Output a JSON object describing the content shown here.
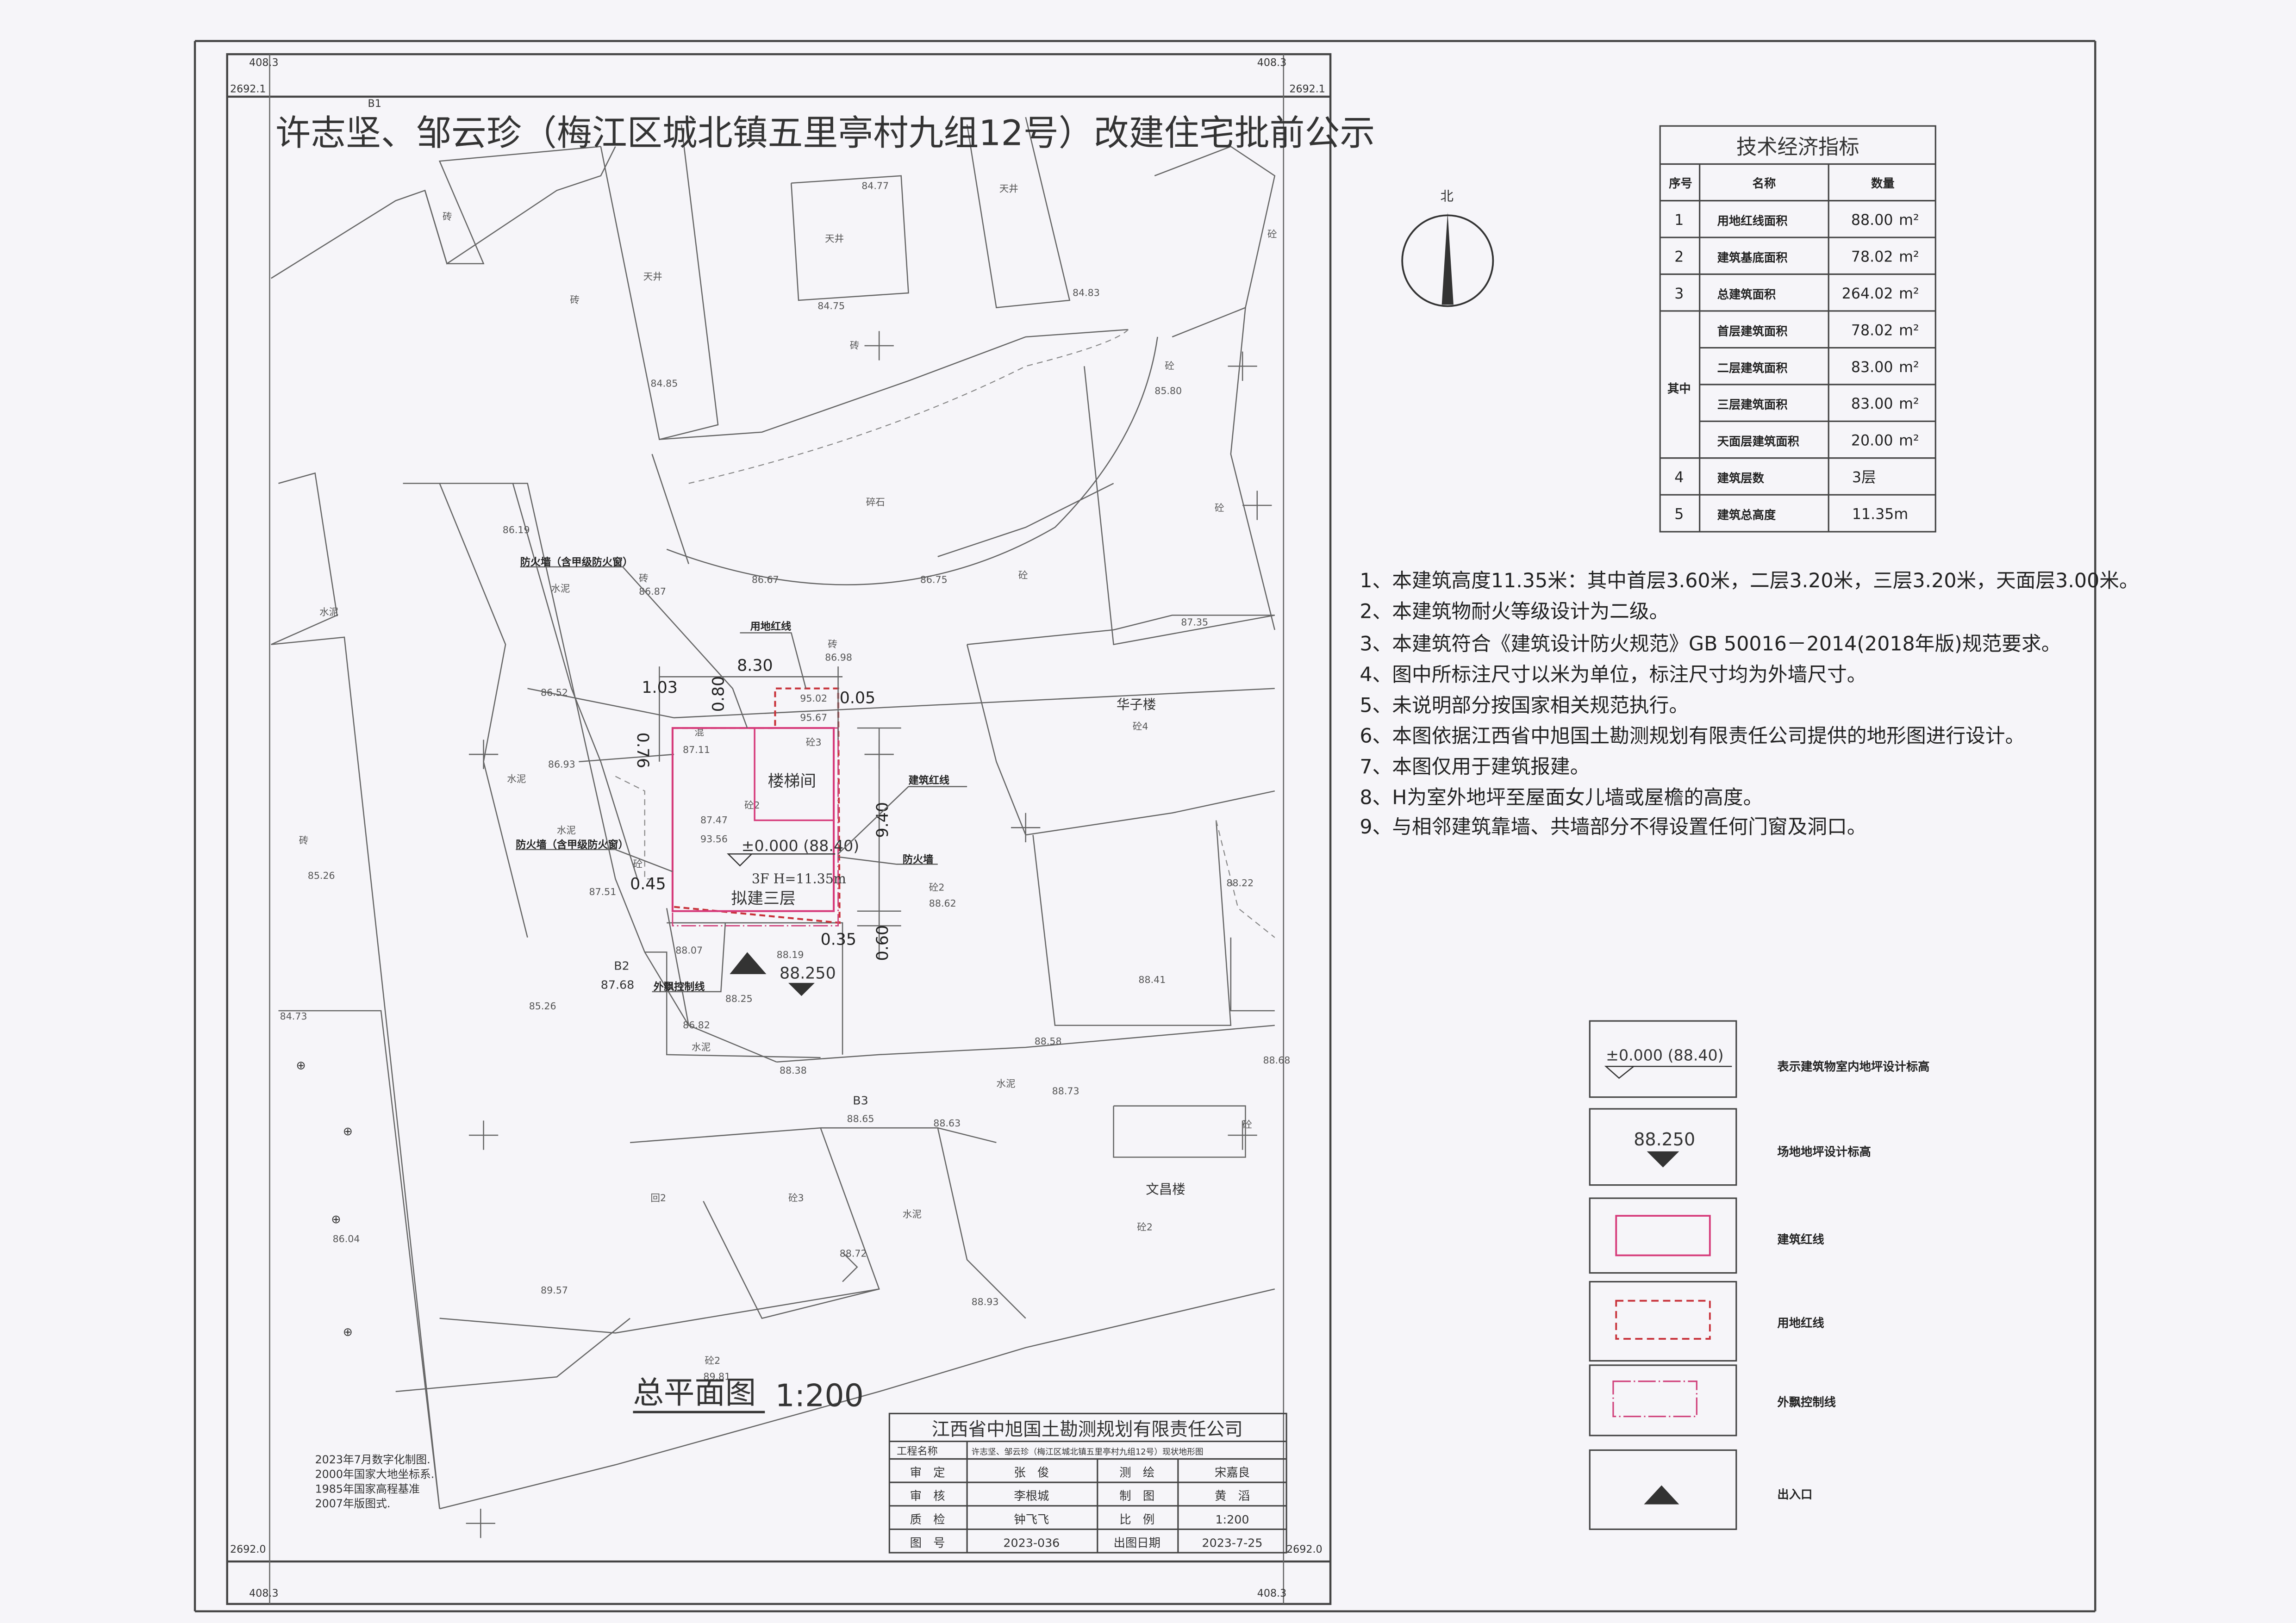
{
  "title": "许志坚、邹云珍（梅江区城北镇五里亭村九组12号）改建住宅批前公示",
  "grid_labels": {
    "x_top": "408.3",
    "y_top": "2692.1",
    "y_bottom": "2692.0",
    "x_bottom": "408.3",
    "b1": "B1"
  },
  "north_label": "北",
  "plan_title": "总平面图",
  "plan_scale": "1:200",
  "tech_table": {
    "title": "技术经济指标",
    "headers": [
      "序号",
      "名称",
      "数量"
    ],
    "group_label": "其中",
    "rows": [
      {
        "no": "1",
        "name": "用地红线面积",
        "value": "88.00",
        "unit": "m²"
      },
      {
        "no": "2",
        "name": "建筑基底面积",
        "value": "78.02",
        "unit": "m²"
      },
      {
        "no": "3",
        "name": "总建筑面积",
        "value": "264.02",
        "unit": "m²"
      },
      {
        "no": "",
        "name": "首层建筑面积",
        "value": "78.02",
        "unit": "m²"
      },
      {
        "no": "",
        "name": "二层建筑面积",
        "value": "83.00",
        "unit": "m²"
      },
      {
        "no": "",
        "name": "三层建筑面积",
        "value": "83.00",
        "unit": "m²"
      },
      {
        "no": "",
        "name": "天面层建筑面积",
        "value": "20.00",
        "unit": "m²"
      },
      {
        "no": "4",
        "name": "建筑层数",
        "value": "3层",
        "unit": ""
      },
      {
        "no": "5",
        "name": "建筑总高度",
        "value": "11.35m",
        "unit": ""
      }
    ]
  },
  "notes": [
    "1、本建筑高度11.35米：其中首层3.60米，二层3.20米，三层3.20米，天面层3.00米。",
    "2、本建筑物耐火等级设计为二级。",
    "3、本建筑符合《建筑设计防火规范》GB 50016－2014(2018年版)规范要求。",
    "4、图中所标注尺寸以米为单位，标注尺寸均为外墙尺寸。",
    "5、未说明部分按国家相关规范执行。",
    "6、本图依据江西省中旭国土勘测规划有限责任公司提供的地形图进行设计。",
    "7、本图仅用于建筑报建。",
    "8、H为室外地坪至屋面女儿墙或屋檐的高度。",
    "9、与相邻建筑靠墙、共墙部分不得设置任何门窗及洞口。"
  ],
  "legend": [
    {
      "symbol": "±0.000 (88.40)",
      "label": "表示建筑物室内地坪设计标高"
    },
    {
      "symbol": "88.250",
      "label": "场地地坪设计标高"
    },
    {
      "symbol": "",
      "label": "建筑红线"
    },
    {
      "symbol": "",
      "label": "用地红线"
    },
    {
      "symbol": "",
      "label": "外飘控制线"
    },
    {
      "symbol": "",
      "label": "出入口"
    }
  ],
  "colors": {
    "building_line": "#d63a7a",
    "site_line": "#c8323a",
    "overhang_line": "#d0407a"
  },
  "title_block": {
    "company": "江西省中旭国土勘测规划有限责任公司",
    "project_label": "工程名称",
    "project_name": "许志坚、邹云珍（梅江区城北镇五里亭村九组12号）现状地形图",
    "rows": [
      {
        "k1": "审　定",
        "v1": "张　俊",
        "k2": "测　绘",
        "v2": "宋嘉良"
      },
      {
        "k1": "审　核",
        "v1": "李根城",
        "k2": "制　图",
        "v2": "黄　滔"
      },
      {
        "k1": "质　检",
        "v1": "钟飞飞",
        "k2": "比　例",
        "v2": "1:200"
      },
      {
        "k1": "图　号",
        "v1": "2023-036",
        "k2": "出图日期",
        "v2": "2023-7-25"
      }
    ]
  },
  "survey_notes": [
    "2023年7月数字化制图.",
    "2000年国家大地坐标系.",
    "1985年国家高程基准",
    "2007年版图式."
  ],
  "annotations": {
    "firewall_window": "防火墙（含甲级防火窗）",
    "site_line": "用地红线",
    "building_line": "建筑红线",
    "firewall": "防火墙",
    "overhang_line": "外飘控制线",
    "stairwell": "楼梯间",
    "floor_level": "±0.000 (88.40)",
    "height": "3F  H=11.35m",
    "proposed": "拟建三层",
    "ground_level": "88.250",
    "dims": [
      "8.30",
      "1.03",
      "0.80",
      "0.05",
      "0.76",
      "9.40",
      "0.45",
      "0.35",
      "0.60"
    ]
  },
  "map": {
    "labels": [
      "84.77",
      "天井",
      "84.75",
      "天井",
      "84.83",
      "砼",
      "砖",
      "砖",
      "天井",
      "砖",
      "84.85",
      "砼",
      "85.80",
      "碎石",
      "砼",
      "86.19",
      "86.67",
      "86.75",
      "砼",
      "87.35",
      "砖",
      "86.87",
      "水泥",
      "水泥",
      "86.52",
      "砖",
      "86.98",
      "华子楼",
      "砼4",
      "86.93",
      "水泥",
      "水泥",
      "砖",
      "85.26",
      "87.51",
      "砼2",
      "88.62",
      "88.22",
      "88.41",
      "88.07",
      "88.19",
      "88.25",
      "B2",
      "87.68",
      "85.26",
      "84.73",
      "86.82",
      "水泥",
      "88.58",
      "88.38",
      "水泥",
      "88.73",
      "88.68",
      "B3",
      "88.65",
      "88.63",
      "砼",
      "文昌楼",
      "砼2",
      "回2",
      "砼3",
      "水泥",
      "86.04",
      "88.72",
      "89.57",
      "88.93",
      "砼2",
      "89.81",
      "95.02",
      "95.67",
      "混",
      "87.11",
      "砼3",
      "87.47",
      "93.56",
      "砼",
      "砼2"
    ]
  }
}
